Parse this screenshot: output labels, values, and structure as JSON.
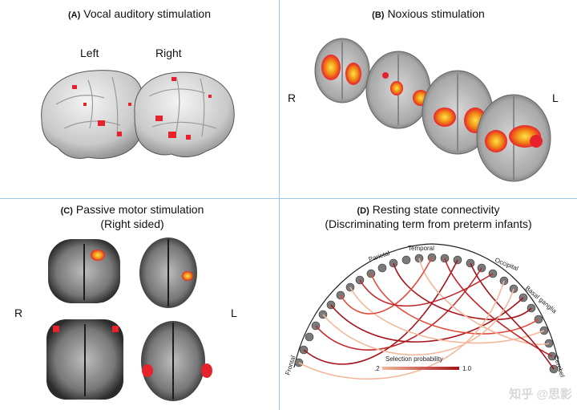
{
  "panels": {
    "a": {
      "label": "(A)",
      "title": "Vocal auditory stimulation",
      "left": "Left",
      "right": "Right"
    },
    "b": {
      "label": "(B)",
      "title": "Noxious stimulation",
      "r": "R",
      "l": "L"
    },
    "c": {
      "label": "(C)",
      "title": "Passive motor stimulation",
      "subtitle": "(Right sided)",
      "r": "R",
      "l": "L"
    },
    "d": {
      "label": "(D)",
      "title": "Resting state connectivity",
      "subtitle": "(Discriminating term from preterm infants)",
      "regions": [
        "Frontal",
        "Parietal",
        "Temporal",
        "Occipital",
        "Basal ganglia",
        "Cerebel"
      ],
      "legend_title": "Selection probability",
      "legend_min": ".2",
      "legend_max": "1.0"
    }
  },
  "watermark": "知乎 @思影",
  "colors": {
    "activation_red": "#e8222c",
    "activation_orange": "#f08a14",
    "activation_yellow": "#ffe24a",
    "connection_dark": "#a4141a",
    "connection_light": "#f4b79a"
  }
}
